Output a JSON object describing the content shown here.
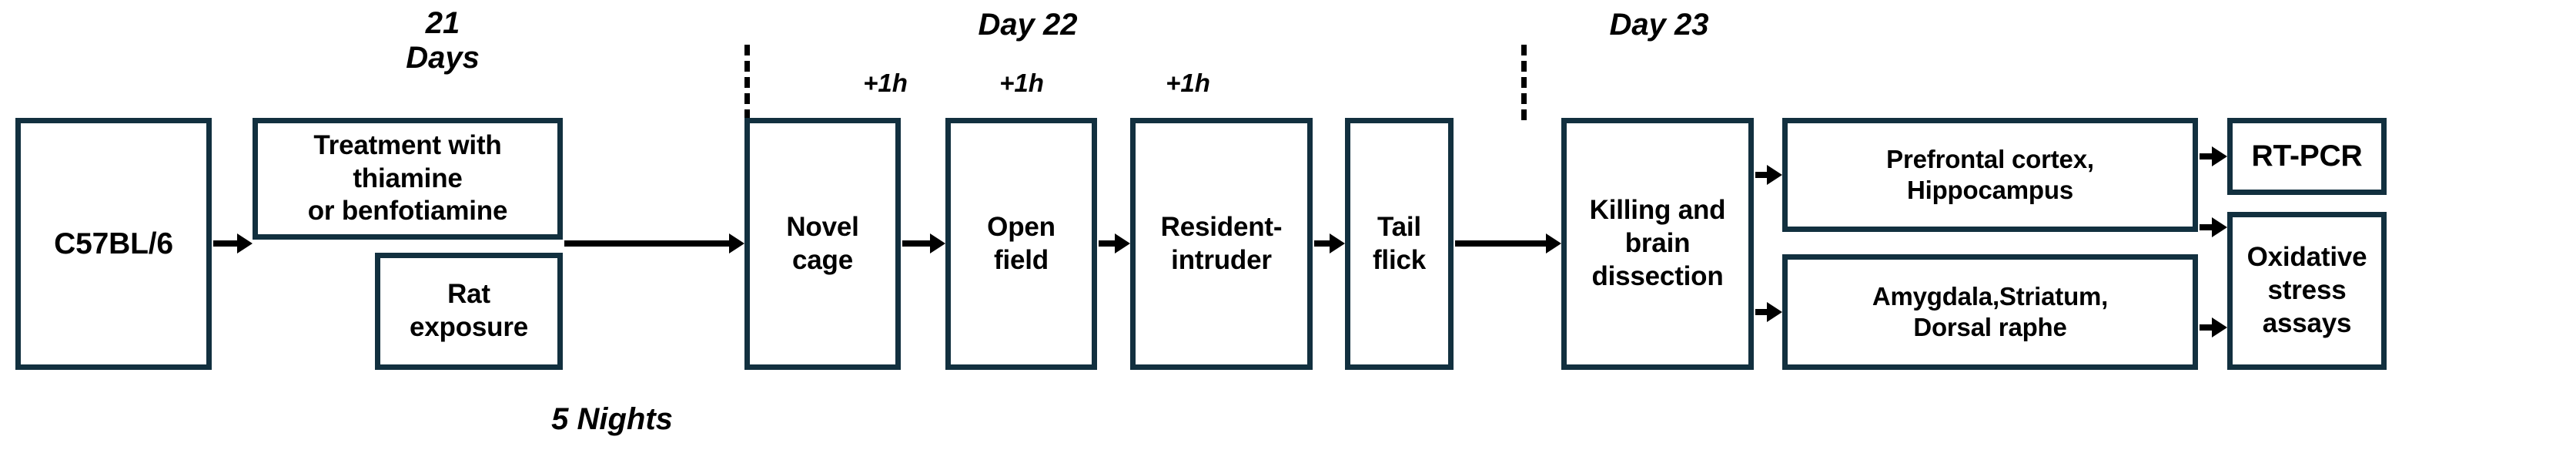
{
  "figure": {
    "title": "Experimental timeline: chronic psychosocial stress with thiamine / benfotiamine treatment in C57BL/6 mice",
    "accent_color": "#12303f",
    "text_color": "#000000",
    "background_color": "#ffffff"
  },
  "period_labels": [
    {
      "id": "period-21-days",
      "text": "21\nDays"
    },
    {
      "id": "period-day-22",
      "text": "Day 22"
    },
    {
      "id": "period-day-23",
      "text": "Day 23"
    },
    {
      "id": "period-5-nights",
      "text": "5 Nights"
    }
  ],
  "interval_labels": [
    {
      "id": "interval-1",
      "text": "+1h"
    },
    {
      "id": "interval-2",
      "text": "+1h"
    },
    {
      "id": "interval-3",
      "text": "+1h"
    }
  ],
  "boxes": {
    "animals": "C57BL/6",
    "treatment": "Treatment with thiamine\nor benfotiamine",
    "rat_exposure": "Rat\nexposure",
    "novel_cage": "Novel\ncage",
    "open_field": "Open\nfield",
    "resident_intruder": "Resident-\nintruder",
    "tail_flick": "Tail\nflick",
    "killing_dissection": "Killing and\nbrain\ndissection",
    "regions_group_1": "Prefrontal cortex,\nHippocampus",
    "regions_group_2": "Amygdala,Striatum,\nDorsal raphe",
    "assay_rtpcr": "RT-PCR",
    "assay_oxidative": "Oxidative\nstress\nassays"
  }
}
